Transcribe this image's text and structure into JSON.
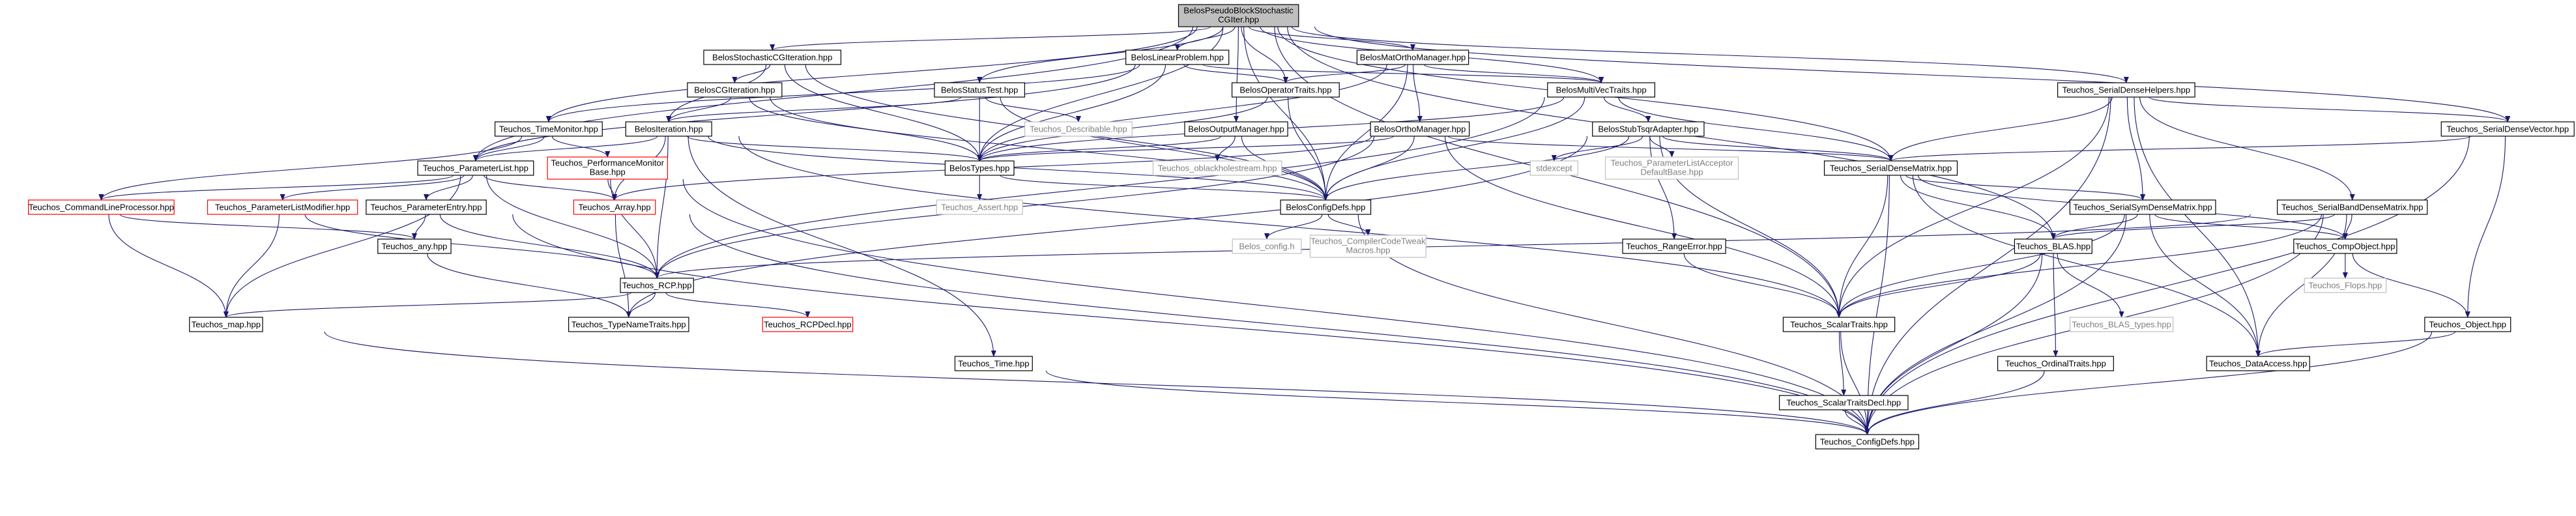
{
  "colors": {
    "edge": "#191970",
    "node_border": "#000000",
    "root_fill": "#bfbfbf",
    "missing_border": "#bfbfbf",
    "missing_text": "#808080",
    "undocumented_border": "#ff0000"
  },
  "nodes": [
    {
      "id": "root",
      "lines": [
        "BelosPseudoBlockStochastic",
        "CGIter.hpp"
      ],
      "style": "root"
    },
    {
      "id": "stocg",
      "lines": [
        "BelosStochasticCGIteration.hpp"
      ],
      "style": "default"
    },
    {
      "id": "linprob",
      "lines": [
        "BelosLinearProblem.hpp"
      ],
      "style": "default"
    },
    {
      "id": "mvortho",
      "lines": [
        "BelosMultiVecTraits.hpp"
      ],
      "style": "default"
    },
    {
      "id": "matortho",
      "lines": [
        "BelosMatOrthoManager.hpp"
      ],
      "style": "default"
    },
    {
      "id": "status",
      "lines": [
        "BelosStatusTest.hpp"
      ],
      "style": "default"
    },
    {
      "id": "cgiter",
      "lines": [
        "BelosCGIteration.hpp"
      ],
      "style": "default"
    },
    {
      "id": "optraits",
      "lines": [
        "BelosOperatorTraits.hpp"
      ],
      "style": "default"
    },
    {
      "id": "describable",
      "lines": [
        "Teuchos_Describable.hpp"
      ],
      "style": "missing"
    },
    {
      "id": "outmgr",
      "lines": [
        "BelosOutputManager.hpp"
      ],
      "style": "default"
    },
    {
      "id": "orthomgr",
      "lines": [
        "BelosOrthoManager.hpp"
      ],
      "style": "default"
    },
    {
      "id": "tsqr",
      "lines": [
        "BelosStubTsqrAdapter.hpp"
      ],
      "style": "default"
    },
    {
      "id": "timemon",
      "lines": [
        "Teuchos_TimeMonitor.hpp"
      ],
      "style": "default"
    },
    {
      "id": "iteration",
      "lines": [
        "BelosIteration.hpp"
      ],
      "style": "default"
    },
    {
      "id": "plist",
      "lines": [
        "Teuchos_ParameterList.hpp"
      ],
      "style": "default"
    },
    {
      "id": "perfmon",
      "lines": [
        "Teuchos_PerformanceMonitor",
        "Base.hpp"
      ],
      "style": "red"
    },
    {
      "id": "types",
      "lines": [
        "BelosTypes.hpp"
      ],
      "style": "default"
    },
    {
      "id": "oblack",
      "lines": [
        "Teuchos_oblackholestream.hpp"
      ],
      "style": "missing"
    },
    {
      "id": "stdexcept",
      "lines": [
        "stdexcept"
      ],
      "style": "missing"
    },
    {
      "id": "placcept",
      "lines": [
        "Teuchos_ParameterListAcceptor",
        "DefaultBase.hpp"
      ],
      "style": "missing"
    },
    {
      "id": "sdmatrix",
      "lines": [
        "Teuchos_SerialDenseMatrix.hpp"
      ],
      "style": "default"
    },
    {
      "id": "sdhelpers",
      "lines": [
        "Teuchos_SerialDenseHelpers.hpp"
      ],
      "style": "default"
    },
    {
      "id": "sdvector",
      "lines": [
        "Teuchos_SerialDenseVector.hpp"
      ],
      "style": "default"
    },
    {
      "id": "cmdline",
      "lines": [
        "Teuchos_CommandLineProcessor.hpp"
      ],
      "style": "red"
    },
    {
      "id": "plmod",
      "lines": [
        "Teuchos_ParameterListModifier.hpp"
      ],
      "style": "red"
    },
    {
      "id": "pentry",
      "lines": [
        "Teuchos_ParameterEntry.hpp"
      ],
      "style": "default"
    },
    {
      "id": "array",
      "lines": [
        "Teuchos_Array.hpp"
      ],
      "style": "red"
    },
    {
      "id": "tasserthpp",
      "lines": [
        "Teuchos_Assert.hpp"
      ],
      "style": "missing"
    },
    {
      "id": "belosconfig",
      "lines": [
        "BelosConfigDefs.hpp"
      ],
      "style": "default"
    },
    {
      "id": "symmatrix",
      "lines": [
        "Teuchos_SerialSymDenseMatrix.hpp"
      ],
      "style": "default"
    },
    {
      "id": "bandmatrix",
      "lines": [
        "Teuchos_SerialBandDenseMatrix.hpp"
      ],
      "style": "default"
    },
    {
      "id": "any",
      "lines": [
        "Teuchos_any.hpp"
      ],
      "style": "default"
    },
    {
      "id": "configh",
      "lines": [
        "Belos_config.h"
      ],
      "style": "missing"
    },
    {
      "id": "cctweak",
      "lines": [
        "Teuchos_CompilerCodeTweak",
        "Macros.hpp"
      ],
      "style": "missing"
    },
    {
      "id": "rangeerr",
      "lines": [
        "Teuchos_RangeError.hpp"
      ],
      "style": "default"
    },
    {
      "id": "blas",
      "lines": [
        "Teuchos_BLAS.hpp"
      ],
      "style": "default"
    },
    {
      "id": "compobj",
      "lines": [
        "Teuchos_CompObject.hpp"
      ],
      "style": "default"
    },
    {
      "id": "rcp",
      "lines": [
        "Teuchos_RCP.hpp"
      ],
      "style": "default"
    },
    {
      "id": "map",
      "lines": [
        "Teuchos_map.hpp"
      ],
      "style": "default"
    },
    {
      "id": "typename",
      "lines": [
        "Teuchos_TypeNameTraits.hpp"
      ],
      "style": "default"
    },
    {
      "id": "rcpdecl",
      "lines": [
        "Teuchos_RCPDecl.hpp"
      ],
      "style": "red"
    },
    {
      "id": "scalar",
      "lines": [
        "Teuchos_ScalarTraits.hpp"
      ],
      "style": "default"
    },
    {
      "id": "blastypes",
      "lines": [
        "Teuchos_BLAS_types.hpp"
      ],
      "style": "missing"
    },
    {
      "id": "flops",
      "lines": [
        "Teuchos_Flops.hpp"
      ],
      "style": "missing"
    },
    {
      "id": "tobject",
      "lines": [
        "Teuchos_Object.hpp"
      ],
      "style": "default"
    },
    {
      "id": "time",
      "lines": [
        "Teuchos_Time.hpp"
      ],
      "style": "default"
    },
    {
      "id": "ordinal",
      "lines": [
        "Teuchos_OrdinalTraits.hpp"
      ],
      "style": "default"
    },
    {
      "id": "dataaccess",
      "lines": [
        "Teuchos_DataAccess.hpp"
      ],
      "style": "default"
    },
    {
      "id": "scalardecl",
      "lines": [
        "Teuchos_ScalarTraitsDecl.hpp"
      ],
      "style": "default"
    },
    {
      "id": "tconfig",
      "lines": [
        "Teuchos_ConfigDefs.hpp"
      ],
      "style": "default"
    }
  ],
  "edges": [
    [
      "root",
      "stocg"
    ],
    [
      "root",
      "linprob"
    ],
    [
      "root",
      "mvortho"
    ],
    [
      "root",
      "matortho"
    ],
    [
      "root",
      "optraits"
    ],
    [
      "root",
      "status"
    ],
    [
      "root",
      "outmgr"
    ],
    [
      "root",
      "timemon"
    ],
    [
      "root",
      "plist"
    ],
    [
      "root",
      "belosconfig"
    ],
    [
      "root",
      "sdmatrix"
    ],
    [
      "root",
      "sdhelpers"
    ],
    [
      "root",
      "sdvector"
    ],
    [
      "root",
      "blas"
    ],
    [
      "root",
      "scalar"
    ],
    [
      "root",
      "types"
    ],
    [
      "stocg",
      "iteration"
    ],
    [
      "stocg",
      "cgiter"
    ],
    [
      "stocg",
      "types"
    ],
    [
      "stocg",
      "belosconfig"
    ],
    [
      "linprob",
      "mvortho"
    ],
    [
      "linprob",
      "optraits"
    ],
    [
      "linprob",
      "plist"
    ],
    [
      "linprob",
      "timemon"
    ],
    [
      "linprob",
      "types"
    ],
    [
      "matortho",
      "mvortho"
    ],
    [
      "matortho",
      "optraits"
    ],
    [
      "matortho",
      "orthomgr"
    ],
    [
      "matortho",
      "types"
    ],
    [
      "matortho",
      "belosconfig"
    ],
    [
      "status",
      "types"
    ],
    [
      "status",
      "describable"
    ],
    [
      "status",
      "iteration"
    ],
    [
      "status",
      "belosconfig"
    ],
    [
      "cgiter",
      "iteration"
    ],
    [
      "cgiter",
      "types"
    ],
    [
      "cgiter",
      "belosconfig"
    ],
    [
      "optraits",
      "types"
    ],
    [
      "optraits",
      "belosconfig"
    ],
    [
      "mvortho",
      "types"
    ],
    [
      "mvortho",
      "tsqr"
    ],
    [
      "mvortho",
      "sdmatrix"
    ],
    [
      "mvortho",
      "belosconfig"
    ],
    [
      "mvortho",
      "rcp"
    ],
    [
      "outmgr",
      "types"
    ],
    [
      "outmgr",
      "oblack"
    ],
    [
      "outmgr",
      "belosconfig"
    ],
    [
      "orthomgr",
      "types"
    ],
    [
      "orthomgr",
      "belosconfig"
    ],
    [
      "orthomgr",
      "sdmatrix"
    ],
    [
      "orthomgr",
      "array"
    ],
    [
      "orthomgr",
      "rcp"
    ],
    [
      "orthomgr",
      "scalar"
    ],
    [
      "tsqr",
      "sdmatrix"
    ],
    [
      "tsqr",
      "stdexcept"
    ],
    [
      "tsqr",
      "placcept"
    ],
    [
      "tsqr",
      "belosconfig"
    ],
    [
      "tsqr",
      "rangeerr"
    ],
    [
      "tsqr",
      "scalar"
    ],
    [
      "tsqr",
      "typename"
    ],
    [
      "timemon",
      "plist"
    ],
    [
      "timemon",
      "perfmon"
    ],
    [
      "timemon",
      "cmdline"
    ],
    [
      "iteration",
      "plist"
    ],
    [
      "iteration",
      "types"
    ],
    [
      "iteration",
      "array"
    ],
    [
      "iteration",
      "rcp"
    ],
    [
      "iteration",
      "belosconfig"
    ],
    [
      "iteration",
      "time"
    ],
    [
      "iteration",
      "scalar"
    ],
    [
      "plist",
      "cmdline"
    ],
    [
      "plist",
      "plmod"
    ],
    [
      "plist",
      "pentry"
    ],
    [
      "plist",
      "array"
    ],
    [
      "plist",
      "rcp"
    ],
    [
      "plist",
      "map"
    ],
    [
      "perfmon",
      "array"
    ],
    [
      "perfmon",
      "rcp"
    ],
    [
      "perfmon",
      "tconfig"
    ],
    [
      "types",
      "belosconfig"
    ],
    [
      "types",
      "tasserthpp"
    ],
    [
      "cmdline",
      "any"
    ],
    [
      "cmdline",
      "map"
    ],
    [
      "plmod",
      "rcp"
    ],
    [
      "plmod",
      "map"
    ],
    [
      "pentry",
      "any"
    ],
    [
      "pentry",
      "rcp"
    ],
    [
      "pentry",
      "tconfig"
    ],
    [
      "array",
      "typename"
    ],
    [
      "array",
      "tconfig"
    ],
    [
      "belosconfig",
      "configh"
    ],
    [
      "belosconfig",
      "cctweak"
    ],
    [
      "belosconfig",
      "tconfig"
    ],
    [
      "any",
      "typename"
    ],
    [
      "rcp",
      "rcpdecl"
    ],
    [
      "rcp",
      "typename"
    ],
    [
      "rcp",
      "map"
    ],
    [
      "map",
      "tconfig"
    ],
    [
      "rangeerr",
      "scalar"
    ],
    [
      "sdmatrix",
      "scalar"
    ],
    [
      "sdmatrix",
      "blas"
    ],
    [
      "sdmatrix",
      "compobj"
    ],
    [
      "sdmatrix",
      "dataaccess"
    ],
    [
      "sdmatrix",
      "symmatrix"
    ],
    [
      "sdmatrix",
      "tconfig"
    ],
    [
      "sdhelpers",
      "sdmatrix"
    ],
    [
      "sdhelpers",
      "sdvector"
    ],
    [
      "sdhelpers",
      "symmatrix"
    ],
    [
      "sdhelpers",
      "bandmatrix"
    ],
    [
      "sdhelpers",
      "scalar"
    ],
    [
      "sdhelpers",
      "tconfig"
    ],
    [
      "sdhelpers",
      "dataaccess"
    ],
    [
      "sdvector",
      "sdmatrix"
    ],
    [
      "sdvector",
      "tobject"
    ],
    [
      "sdvector",
      "tconfig"
    ],
    [
      "symmatrix",
      "blas"
    ],
    [
      "symmatrix",
      "compobj"
    ],
    [
      "symmatrix",
      "scalar"
    ],
    [
      "symmatrix",
      "dataaccess"
    ],
    [
      "symmatrix",
      "tconfig"
    ],
    [
      "bandmatrix",
      "blas"
    ],
    [
      "bandmatrix",
      "compobj"
    ],
    [
      "bandmatrix",
      "scalar"
    ],
    [
      "bandmatrix",
      "dataaccess"
    ],
    [
      "bandmatrix",
      "rcp"
    ],
    [
      "bandmatrix",
      "tconfig"
    ],
    [
      "blas",
      "scalar"
    ],
    [
      "blas",
      "blastypes"
    ],
    [
      "blas",
      "ordinal"
    ],
    [
      "blas",
      "tconfig"
    ],
    [
      "compobj",
      "flops"
    ],
    [
      "compobj",
      "tobject"
    ],
    [
      "tobject",
      "dataaccess"
    ],
    [
      "tobject",
      "tconfig"
    ],
    [
      "scalar",
      "scalardecl"
    ],
    [
      "scalar",
      "tconfig"
    ],
    [
      "scalardecl",
      "tconfig"
    ],
    [
      "ordinal",
      "tconfig"
    ],
    [
      "time",
      "tconfig"
    ]
  ]
}
